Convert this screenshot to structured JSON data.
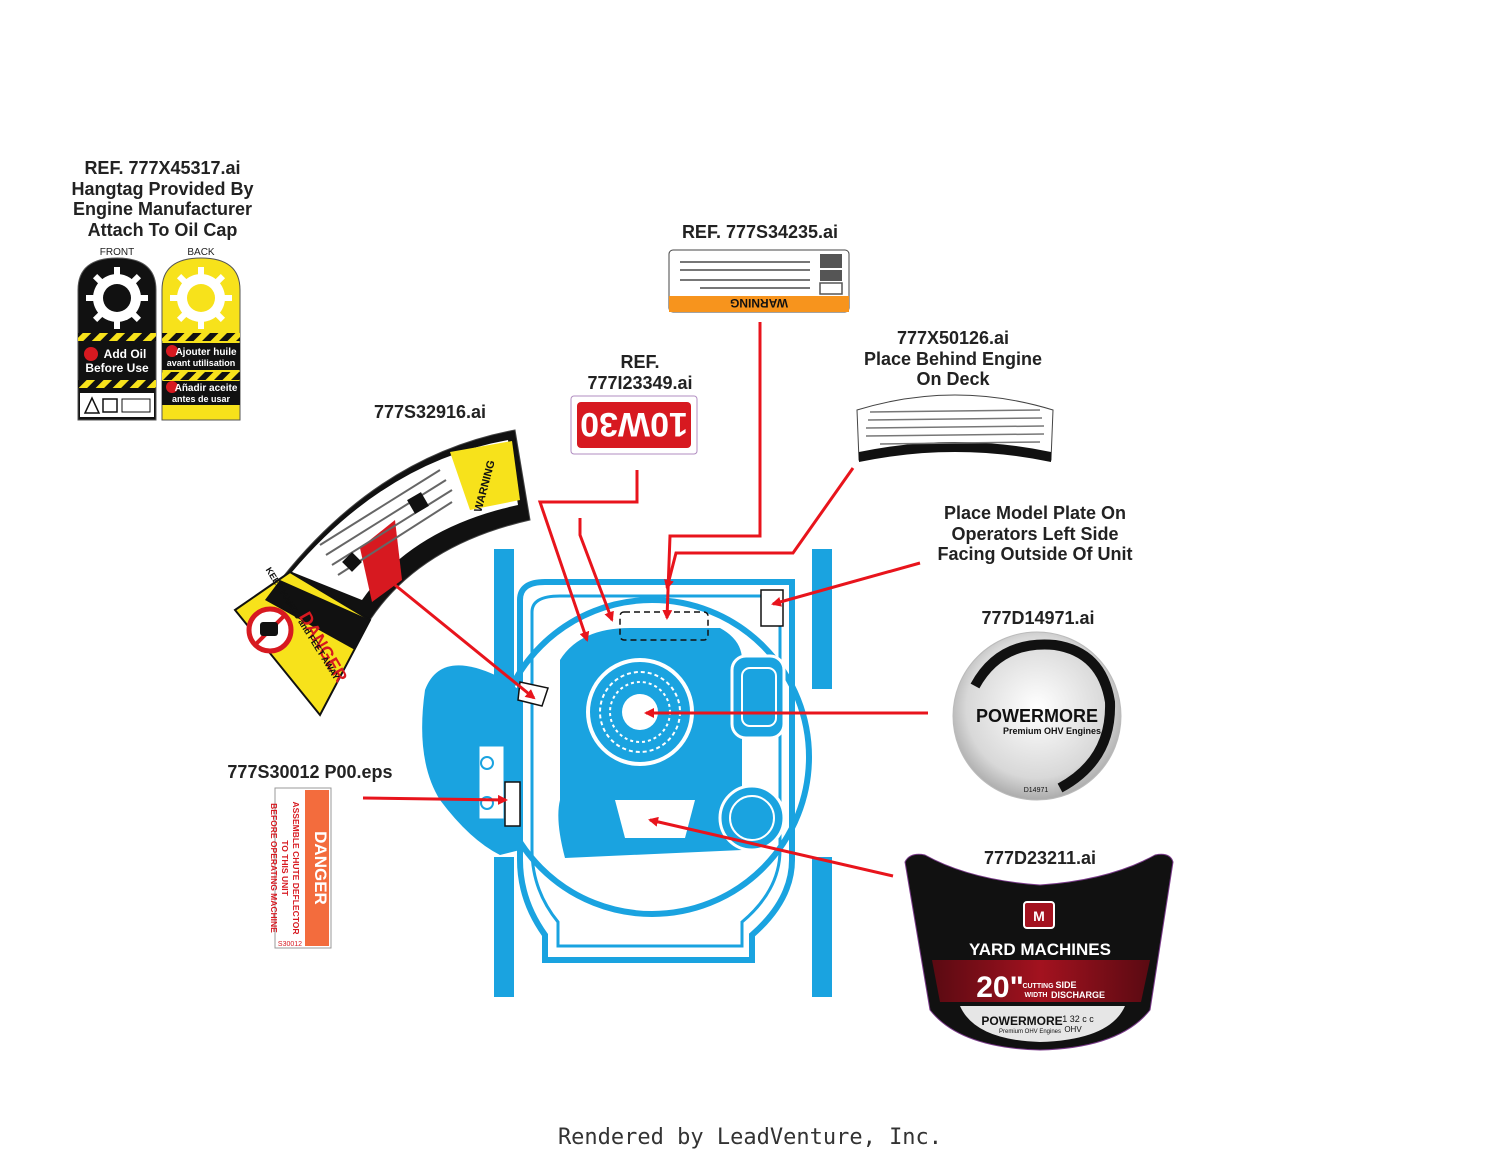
{
  "hangtag": {
    "ref": "REF. 777X45317.ai",
    "line1": "Hangtag Provided By",
    "line2": "Engine Manufacturer",
    "line3": "Attach To Oil Cap",
    "front_label": "FRONT",
    "back_label": "BACK",
    "front_text1": "Add Oil",
    "front_text2": "Before Use",
    "back_text1": "Ajouter huile",
    "back_text2": "avant utilisation",
    "back_text3": "Añadir aceite",
    "back_text4": "antes de usar"
  },
  "warning_decal": {
    "ref": "REF. 777S34235.ai",
    "heading": "WARNING"
  },
  "oil_decal": {
    "ref1": "REF.",
    "ref2": "777I23349.ai",
    "text": "10W30"
  },
  "fuel_decal": {
    "ref": "777X50126.ai",
    "line1": "Place Behind Engine",
    "line2": "On Deck"
  },
  "danger_arc": {
    "ref": "777S32916.ai",
    "danger_text": "DANGER",
    "warning_text": "WARNING",
    "keep_text": "KEEP HANDS and FEET AWAY"
  },
  "model_plate": {
    "line1": "Place Model Plate On",
    "line2": "Operators Left Side",
    "line3": "Facing Outside Of Unit"
  },
  "powermore_decal": {
    "ref": "777D14971.ai",
    "brand": "POWERMORE",
    "sub": "Premium OHV Engines",
    "code": "D14971"
  },
  "chute_decal": {
    "ref": "777S30012 P00.eps",
    "heading": "DANGER",
    "line1": "ASSEMBLE CHUTE DEFLECTOR",
    "line2": "TO THIS UNIT",
    "line3": "BEFORE OPERATING MACHINE",
    "code": "S30012"
  },
  "yard_decal": {
    "ref": "777D23211.ai",
    "brand": "YARD MACHINES",
    "size": "20\"",
    "cut1": "CUTTING",
    "cut2": "WIDTH",
    "side1": "SIDE",
    "side2": "DISCHARGE",
    "engine_brand": "POWERMORE",
    "engine_sub": "Premium OHV Engines",
    "cc": "1 32  c c",
    "ohv": "OHV"
  },
  "footer": {
    "text": "Rendered by LeadVenture, Inc."
  },
  "colors": {
    "deck": "#1aa3e0",
    "arrow": "#e8141c",
    "danger_red": "#d71920",
    "caution_yellow": "#f7e21b",
    "warning_orange": "#f7941d"
  }
}
